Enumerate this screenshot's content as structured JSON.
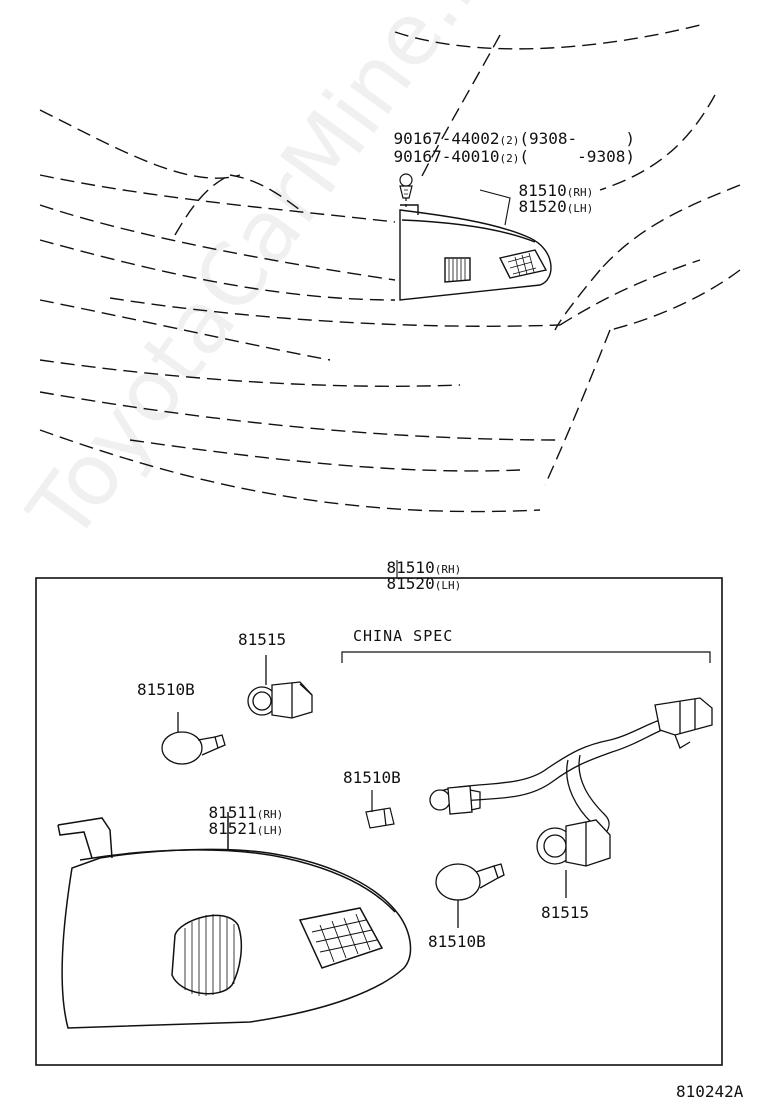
{
  "fastener": {
    "part_a": "90167-44002",
    "part_a_qty": "(2)",
    "part_a_range": "(9308-     )",
    "part_b": "90167-40010",
    "part_b_qty": "(2)",
    "part_b_range": "(     -9308)"
  },
  "lamp_top": {
    "rh_part": "81510",
    "rh_tag": "(RH)",
    "lh_part": "81520",
    "lh_tag": "(LH)"
  },
  "box_header": {
    "rh_part": "81510",
    "rh_tag": "(RH)",
    "lh_part": "81520",
    "lh_tag": "(LH)"
  },
  "china_spec": "CHINA SPEC",
  "parts": {
    "socket_left": "81515",
    "bulb_left": "81510B",
    "bulb_small": "81510B",
    "socket_right": "81515",
    "bulb_right": "81510B",
    "lens_rh": "81511",
    "lens_rh_tag": "(RH)",
    "lens_lh": "81521",
    "lens_lh_tag": "(LH)"
  },
  "diagram_code": "810242A",
  "watermark": "ToyotaCarMine.ru"
}
